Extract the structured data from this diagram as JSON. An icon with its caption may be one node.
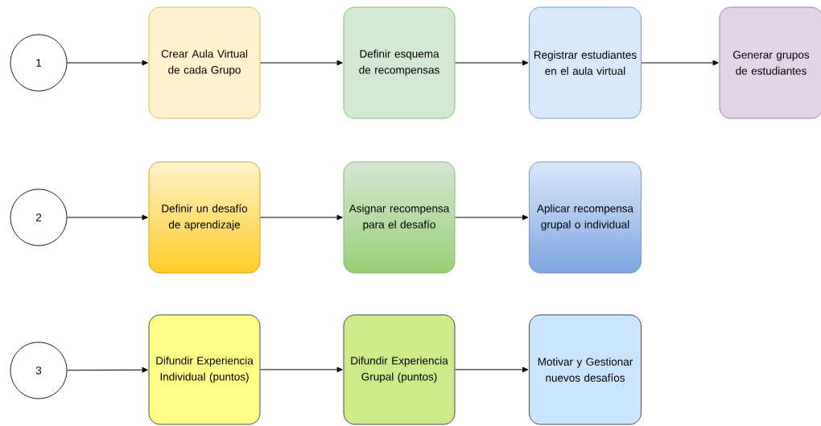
{
  "diagram": {
    "nodes": [
      {
        "text": [
          "1"
        ]
      },
      {
        "text": [
          "Crear Aula Virtual de cada Grupo"
        ]
      },
      {
        "text": [
          "Definir esquema de recompensas"
        ]
      },
      {
        "text": [
          "Registrar estudiantes en el aula virtual"
        ]
      },
      {
        "text": [
          "Generar grupos de estudiantes"
        ]
      },
      {
        "text": [
          "2"
        ]
      },
      {
        "text": [
          "Definir un desafío de aprendizaje"
        ]
      },
      {
        "text": [
          "Asignar recompensa para el desafío"
        ]
      },
      {
        "text": [
          "Aplicar recompensa grupal o individual"
        ]
      },
      {
        "text": [
          "3"
        ]
      },
      {
        "text": [
          "Difundir Experiencia Individual (puntos)"
        ]
      },
      {
        "text": [
          "Difundir Experiencia Grupal (puntos)"
        ]
      },
      {
        "text": [
          "Motivar y Gestionar nuevos desafíos"
        ]
      }
    ],
    "edges": [
      {
        "from": 0,
        "to": 1,
        "arrow": "to"
      },
      {
        "from": 1,
        "to": 2,
        "arrow": "to"
      },
      {
        "from": 2,
        "to": 3,
        "arrow": "to"
      },
      {
        "from": 3,
        "to": 4,
        "arrow": "to"
      },
      {
        "from": 5,
        "to": 6,
        "arrow": "to"
      },
      {
        "from": 6,
        "to": 7,
        "arrow": "to"
      },
      {
        "from": 7,
        "to": 8,
        "arrow": "to"
      },
      {
        "from": 9,
        "to": 10,
        "arrow": "to"
      },
      {
        "from": 10,
        "to": 11,
        "arrow": "to"
      },
      {
        "from": 11,
        "to": 12,
        "arrow": "to"
      }
    ]
  }
}
